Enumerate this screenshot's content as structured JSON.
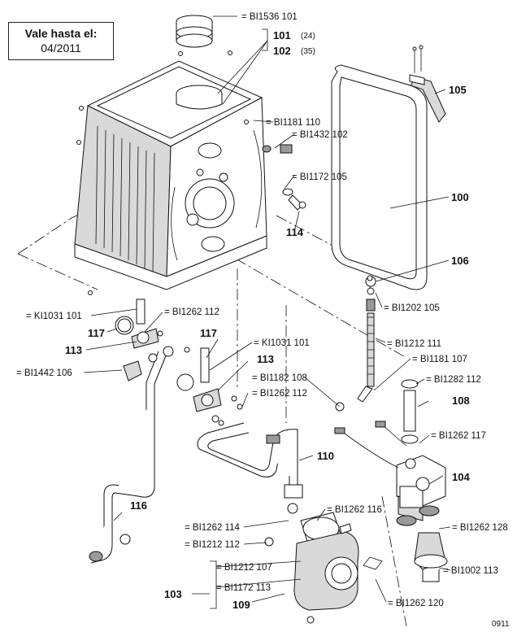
{
  "validity": {
    "title": "Vale hasta el:",
    "date": "04/2011"
  },
  "footer_code": "0911",
  "labels": {
    "bi1536_101": "= BI1536 101",
    "p101": "101",
    "p101_qty": "(24)",
    "p102": "102",
    "p102_qty": "(35)",
    "p105": "105",
    "bi1181_110": "= BI1181 110",
    "bi1432_102": "= BI1432 102",
    "p100": "100",
    "bi1172_105": "= BI1172 105",
    "p114": "114",
    "p106": "106",
    "bi1202_105": "= BI1202 105",
    "ki1031_101_a": "= KI1031 101",
    "bi1262_112_a": "= BI1262 112",
    "p117_a": "117",
    "p113_a": "113",
    "p117_b": "117",
    "ki1031_101_b": "= KI1031 101",
    "bi1212_111": "= BI1212 111",
    "bi1181_107": "= BI1181 107",
    "p113_b": "113",
    "bi1442_106": "= BI1442 106",
    "bi1182_108": "= BI1182 108",
    "bi1282_112": "= BI1282 112",
    "bi1262_112_b": "= BI1262 112",
    "p108": "108",
    "bi1262_117": "= BI1262 117",
    "p110": "110",
    "p104": "104",
    "p116": "116",
    "bi1262_116": "= BI1262 116",
    "bi1262_114": "= BI1262 114",
    "bi1262_128": "= BI1262 128",
    "bi1212_112": "= BI1212 112",
    "bi1212_107": "= BI1212 107",
    "bi1002_113": "= BI1002 113",
    "p103": "103",
    "bi1172_113": "= BI1172 113",
    "p109": "109",
    "bi1262_120": "= BI1262 120"
  }
}
